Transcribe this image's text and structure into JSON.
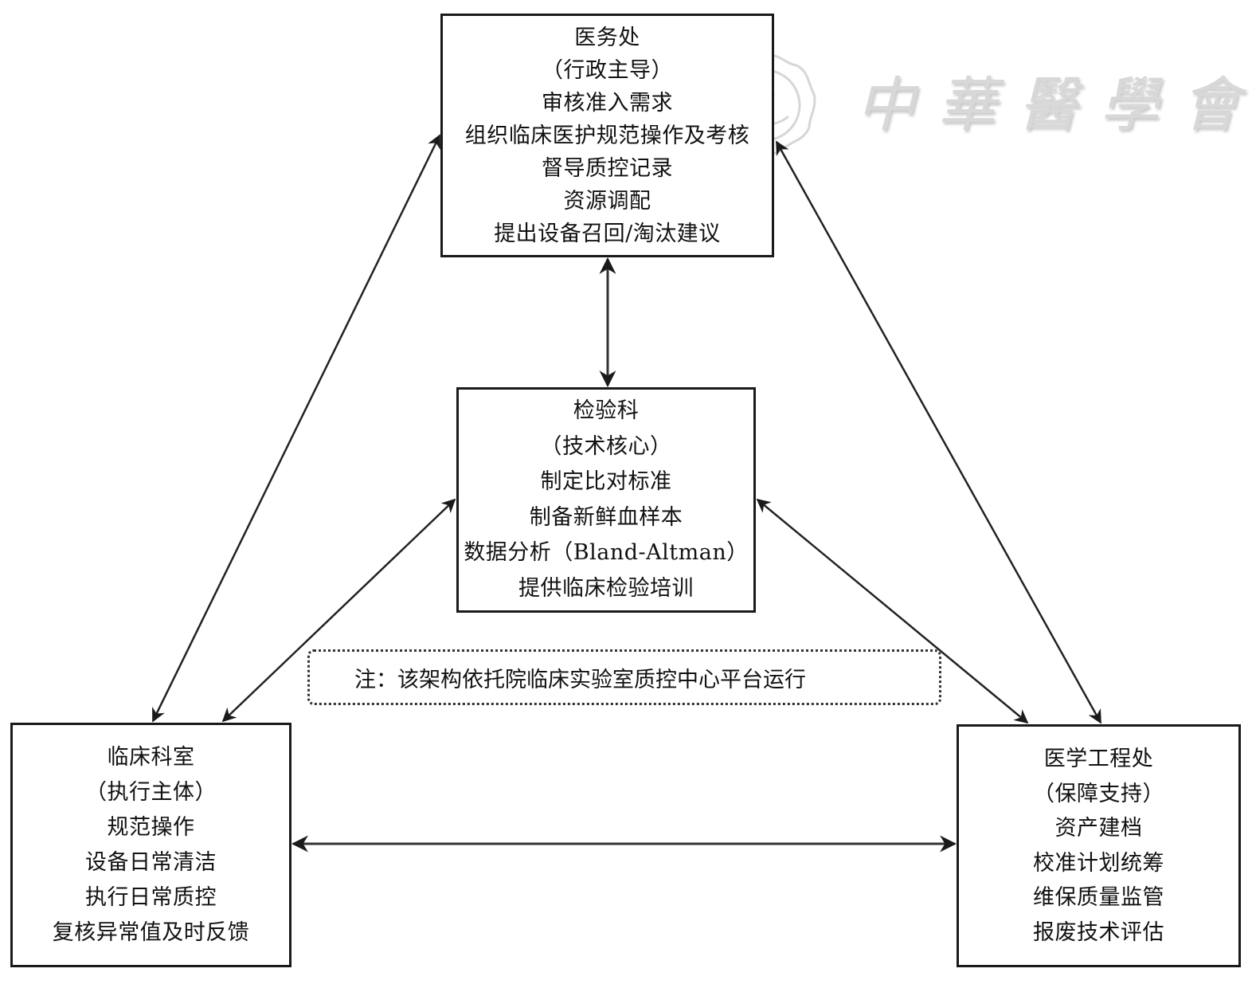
{
  "diagram": {
    "type": "organizational-collaboration-diagram",
    "nodes": {
      "top": {
        "id": "medical-affairs",
        "title": "医务处",
        "role": "（行政主导）",
        "duties": [
          "审核准入需求",
          "组织临床医护规范操作及考核",
          "督导质控记录",
          "资源调配",
          "提出设备召回/淘汰建议"
        ]
      },
      "center": {
        "id": "laboratory",
        "title": "检验科",
        "role": "（技术核心）",
        "duties": [
          "制定比对标准",
          "制备新鲜血样本",
          "数据分析（Bland-Altman）",
          "提供临床检验培训"
        ]
      },
      "left": {
        "id": "clinical-departments",
        "title": "临床科室",
        "role": "（执行主体）",
        "duties": [
          "规范操作",
          "设备日常清洁",
          "执行日常质控",
          "复核异常值及时反馈"
        ]
      },
      "right": {
        "id": "medical-engineering",
        "title": "医学工程处",
        "role": "（保障支持）",
        "duties": [
          "资产建档",
          "校准计划统筹",
          "维保质量监管",
          "报废技术评估"
        ]
      }
    },
    "edges": [
      {
        "from": "top",
        "to": "center",
        "bidirectional": true
      },
      {
        "from": "top",
        "to": "left",
        "bidirectional": true
      },
      {
        "from": "top",
        "to": "right",
        "bidirectional": true
      },
      {
        "from": "center",
        "to": "left",
        "bidirectional": true
      },
      {
        "from": "center",
        "to": "right",
        "bidirectional": true
      },
      {
        "from": "left",
        "to": "right",
        "bidirectional": true
      }
    ],
    "note": "注：该架构依托院临床实验室质控中心平台运行",
    "watermark": "中華醫學會"
  },
  "colors": {
    "line": "#1a1a1a",
    "text": "#111111",
    "watermark": "#d8d8d8"
  }
}
